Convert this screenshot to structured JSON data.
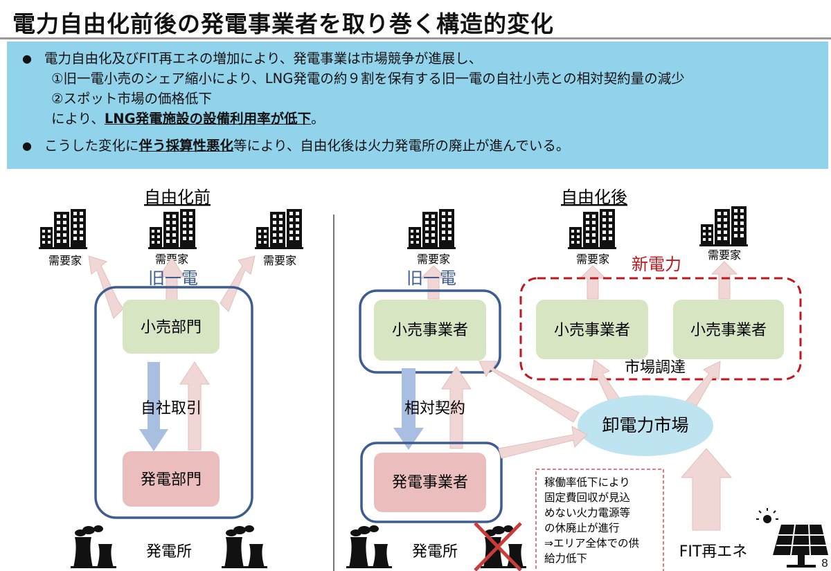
{
  "title": "電力自由化前後の発電事業者を取り巻く構造的変化",
  "summary": {
    "p1_line1": "電力自由化及びFIT再エネの増加により、発電事業は市場競争が進展し、",
    "p1_line2": "①旧一電小売のシェア縮小により、LNG発電の約９割を保有する旧一電の自社小売との相対契約量の減少",
    "p1_line3": "②スポット市場の価格低下",
    "p1_line4_pre": "により、",
    "p1_line4_bold": "LNG発電施設の設備利用率が低下",
    "p1_line4_post": "。",
    "p2_pre": "こうした変化に",
    "p2_bold": "伴う採算性悪化",
    "p2_post": "等により、自由化後は火力発電所の廃止が進んでいる。",
    "bullet": "●"
  },
  "before": {
    "heading": "自由化前",
    "consumer_label": "需要家",
    "company_label": "旧一電",
    "retail": "小売部門",
    "generation": "発電部門",
    "transaction": "自社取引",
    "plant_label": "発電所"
  },
  "after": {
    "heading": "自由化後",
    "consumer_label": "需要家",
    "incumbent_label": "旧一電",
    "newpower_label": "新電力",
    "retail_incumbent": "小売事業者",
    "retail_new1": "小売事業者",
    "retail_new2": "小売事業者",
    "generation": "発電事業者",
    "bilateral": "相対契約",
    "market_procure": "市場調達",
    "market": "卸電力市場",
    "plant_label": "発電所",
    "fit_label": "FIT再エネ",
    "note_lines": [
      "稼働率低下により",
      "固定費回収が見込",
      "めない火力電源等",
      "の休廃止が進行",
      "⇒エリア全体での供",
      "給力低下"
    ]
  },
  "page_number": "8",
  "colors": {
    "summary_bg": "#92d3ec",
    "retail_box": "#d8e5c2",
    "generation_box": "#ebbebd",
    "market": "#bee3f1",
    "company_frame": "#3d5c91",
    "newpower": "#c0171c",
    "arrow_pink": "#f0d6d4",
    "arrow_blue": "#a8bfe1",
    "note_border": "#e05050"
  }
}
